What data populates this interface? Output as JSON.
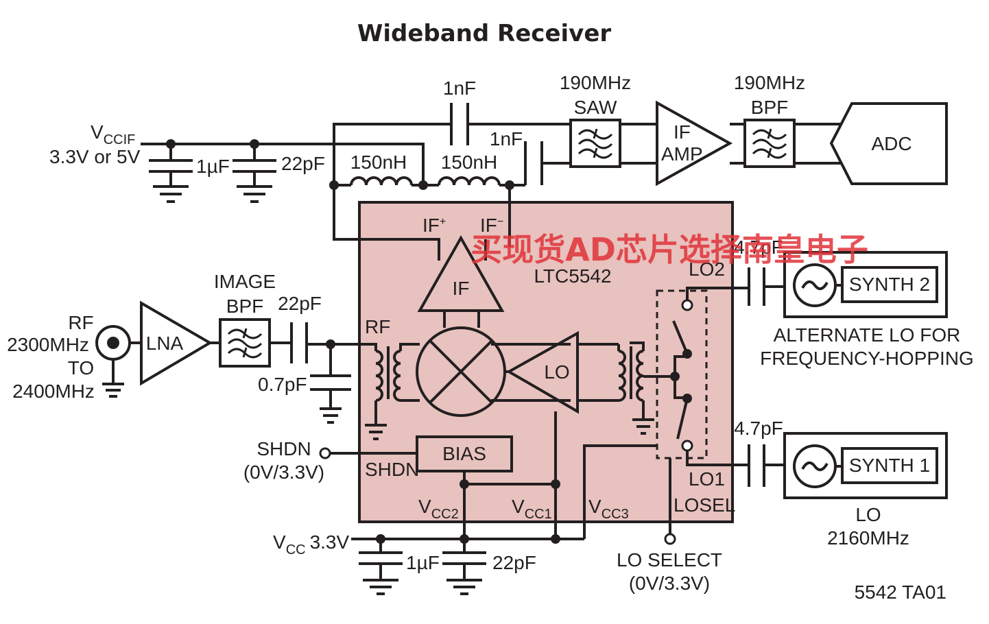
{
  "title": "Wideband Receiver",
  "figure_id": "5542 TA01",
  "watermark": "买现货AD芯片选择南皇电子",
  "chip": {
    "name": "LTC5542"
  },
  "supply_if": {
    "v": "V",
    "sub": "CCIF",
    "value": "3.3V or 5V",
    "cap1": "1µF",
    "cap2": "22pF"
  },
  "supply_main": {
    "v": "V",
    "sub": "CC",
    "value": "3.3V",
    "cap1": "1µF",
    "cap2": "22pF"
  },
  "if_path": {
    "cap_top": "1nF",
    "cap_mid": "1nF",
    "ind1": "150nH",
    "ind2": "150nH",
    "saw_freq": "190MHz",
    "saw_label": "SAW",
    "amp_line1": "IF",
    "amp_line2": "AMP",
    "bpf_freq": "190MHz",
    "bpf_label": "BPF",
    "adc": "ADC"
  },
  "rf_input": {
    "line1": "RF",
    "line2": "2300MHz",
    "line3": "TO",
    "line4": "2400MHz",
    "lna": "LNA",
    "image_line1": "IMAGE",
    "image_line2": "BPF",
    "cap_series": "22pF",
    "cap_shunt": "0.7pF"
  },
  "pins": {
    "if_plus": "IF",
    "if_plus_sup": "+",
    "if_minus": "IF",
    "if_minus_sup": "−",
    "rf": "RF",
    "shdn": "SHDN",
    "vcc2": "V",
    "vcc2_sub": "CC2",
    "vcc1": "V",
    "vcc1_sub": "CC1",
    "vcc3": "V",
    "vcc3_sub": "CC3",
    "lo1": "LO1",
    "lo2": "LO2",
    "losel": "LOSEL"
  },
  "internal": {
    "if_amp": "IF",
    "lo_amp": "LO",
    "bias": "BIAS"
  },
  "shdn_ext": {
    "line1": "SHDN",
    "line2": "(0V/3.3V)"
  },
  "lo_select": {
    "line1": "LO SELECT",
    "line2": "(0V/3.3V)"
  },
  "synth2": {
    "cap": "4.7pF",
    "label": "SYNTH 2",
    "note1": "ALTERNATE LO FOR",
    "note2": "FREQUENCY-HOPPING"
  },
  "synth1": {
    "cap": "4.7pF",
    "label": "SYNTH 1",
    "note1": "LO",
    "note2": "2160MHz"
  }
}
